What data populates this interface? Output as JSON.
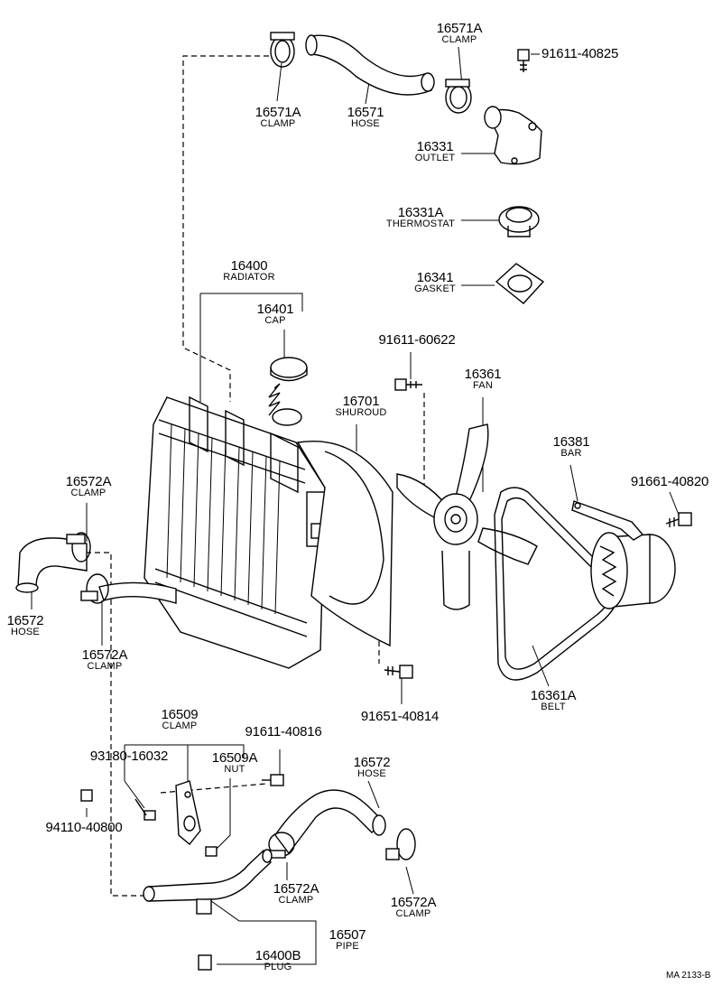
{
  "parts": {
    "clamp_top_left": {
      "number": "16571A",
      "name": "CLAMP"
    },
    "hose_top": {
      "number": "16571",
      "name": "HOSE"
    },
    "clamp_top_right": {
      "number": "16571A",
      "name": "CLAMP"
    },
    "bolt_outlet": {
      "number": "91611-40825"
    },
    "outlet": {
      "number": "16331",
      "name": "OUTLET"
    },
    "thermostat": {
      "number": "16331A",
      "name": "THERMOSTAT"
    },
    "gasket": {
      "number": "16341",
      "name": "GASKET"
    },
    "radiator": {
      "number": "16400",
      "name": "RADIATOR"
    },
    "cap": {
      "number": "16401",
      "name": "CAP"
    },
    "bolt_fan": {
      "number": "91611-60622"
    },
    "shroud": {
      "number": "16701",
      "name": "SHUROUD"
    },
    "fan": {
      "number": "16361",
      "name": "FAN"
    },
    "bar": {
      "number": "16381",
      "name": "BAR"
    },
    "bolt_bar": {
      "number": "91661-40820"
    },
    "clamp_left_upper": {
      "number": "16572A",
      "name": "CLAMP"
    },
    "hose_left": {
      "number": "16572",
      "name": "HOSE"
    },
    "clamp_left_lower": {
      "number": "16572A",
      "name": "CLAMP"
    },
    "bolt_shroud": {
      "number": "91651-40814"
    },
    "belt": {
      "number": "16361A",
      "name": "BELT"
    },
    "clamp_pipe": {
      "number": "16509",
      "name": "CLAMP"
    },
    "bolt_clamp": {
      "number": "93180-16032"
    },
    "bolt_pipe": {
      "number": "91611-40816"
    },
    "nut": {
      "number": "16509A",
      "name": "NUT"
    },
    "hose_bottom": {
      "number": "16572",
      "name": "HOSE"
    },
    "nut_small": {
      "number": "94110-40800"
    },
    "clamp_bottom_mid": {
      "number": "16572A",
      "name": "CLAMP"
    },
    "clamp_bottom_right": {
      "number": "16572A",
      "name": "CLAMP"
    },
    "pipe": {
      "number": "16507",
      "name": "PIPE"
    },
    "plug": {
      "number": "16400B",
      "name": "PLUG"
    }
  },
  "figure_ref": "MA 2133-B"
}
